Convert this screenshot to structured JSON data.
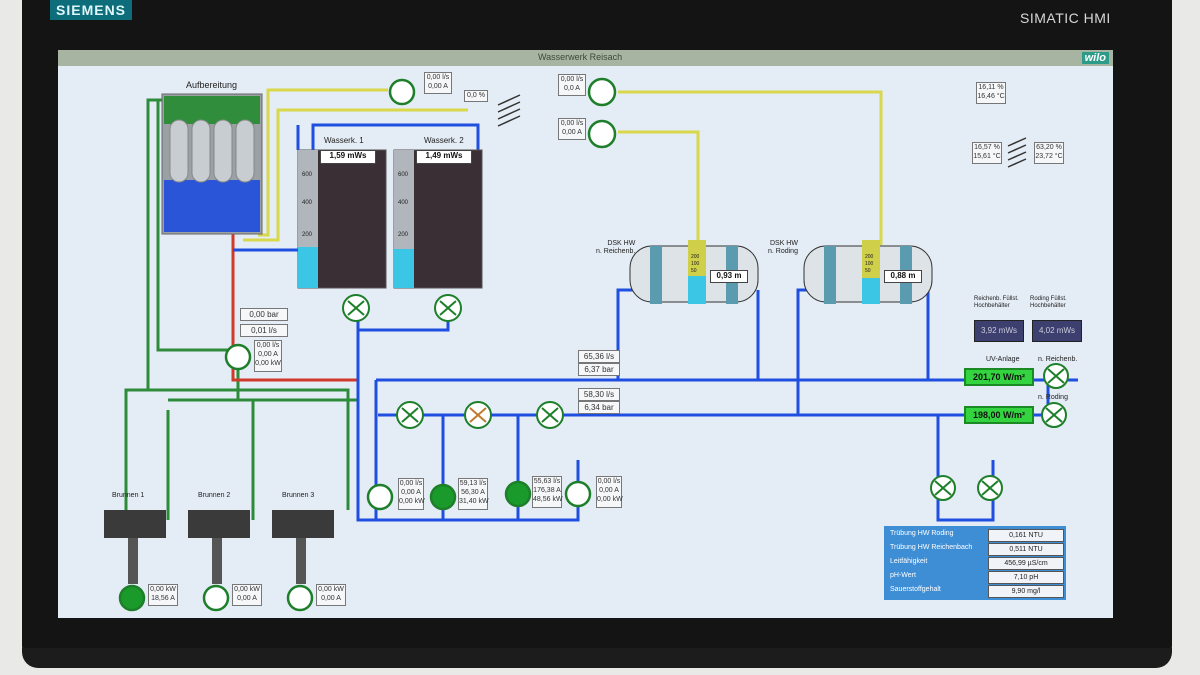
{
  "device": {
    "brand": "SIEMENS",
    "model": "SIMATIC HMI"
  },
  "screen": {
    "title": "Wasserwerk Reisach",
    "logo": "wilo"
  },
  "treatment": {
    "label": "Aufbereitung"
  },
  "top_pumps": [
    {
      "l1": "0,00 l/s",
      "l2": "0,00 A"
    },
    {
      "l1": "0,00 l/s",
      "l2": "0,0 A"
    },
    {
      "l1": "0,00 l/s",
      "l2": "0,00 A"
    }
  ],
  "small_note": "0,0 %",
  "vessels": [
    {
      "name": "Wasserk. 1",
      "flow": "1,59 mWs",
      "scale": [
        "600",
        "400",
        "200"
      ],
      "fill": 0.3
    },
    {
      "name": "Wasserk. 2",
      "flow": "1,49 mWs",
      "scale": [
        "600",
        "400",
        "200"
      ],
      "fill": 0.28
    }
  ],
  "tanks": [
    {
      "name1": "DSK HW",
      "name2": "n. Reichenb.",
      "level": "0,93 m",
      "scale": [
        "200",
        "100",
        "50"
      ],
      "fill": 0.45
    },
    {
      "name1": "DSK HW",
      "name2": "n. Roding",
      "level": "0,88 m",
      "scale": [
        "200",
        "100",
        "50"
      ],
      "fill": 0.42
    }
  ],
  "pressure": {
    "p1": "0,00 bar",
    "p2": "0,01 l/s"
  },
  "well_pump_small": {
    "l1": "0,00 l/s",
    "l2": "0,00 A",
    "l3": "0,00 kW"
  },
  "line1": {
    "flow": "65,36 l/s",
    "pressure": "6,37 bar"
  },
  "line2": {
    "flow": "58,30 l/s",
    "pressure": "6,34 bar"
  },
  "outputs": [
    {
      "label": "UV-Anlage",
      "dest": "n. Reichenb.",
      "value": "201,70 W/m²"
    },
    {
      "label": "",
      "dest": "n. Roding",
      "value": "198,00 W/m²"
    }
  ],
  "nav_labels": [
    {
      "label": "Reichenb. Füllst. Hochbehälter",
      "btn": "3,92 mWs"
    },
    {
      "label": "Roding Füllst. Hochbehälter",
      "btn": "4,02 mWs"
    }
  ],
  "top_right": {
    "a": "16,11 %",
    "b": "16,46 °C",
    "c": "16,57 %",
    "d": "15,61 °C",
    "e": "63,20 %",
    "f": "23,72 °C"
  },
  "pump_groups": [
    {
      "l1": "0,00 l/s",
      "l2": "0,00 A",
      "l3": "0,00 kW"
    },
    {
      "l1": "59,13 l/s",
      "l2": "56,30 A",
      "l3": "31,40 kW"
    },
    {
      "l1": "55,63 l/s",
      "l2": "176,38 A",
      "l3": "48,56 kW"
    },
    {
      "l1": "0,00 l/s",
      "l2": "0,00 A",
      "l3": "0,00 kW"
    }
  ],
  "wells": [
    {
      "name": "Brunnen 1",
      "l1": "0,00 kW",
      "l2": "18,56 A"
    },
    {
      "name": "Brunnen 2",
      "l1": "0,00 kW",
      "l2": "0,00 A"
    },
    {
      "name": "Brunnen 3",
      "l1": "0,00 kW",
      "l2": "0,00 A"
    }
  ],
  "quality": [
    {
      "k": "Trübung HW Roding",
      "v": "0,161 NTU"
    },
    {
      "k": "Trübung HW Reichenbach",
      "v": "0,511 NTU"
    },
    {
      "k": "Leitfähigkeit",
      "v": "456,99 µS/cm"
    },
    {
      "k": "pH-Wert",
      "v": "7,10 pH"
    },
    {
      "k": "Sauerstoffgehalt",
      "v": "9,90 mg/l"
    }
  ],
  "colors": {
    "screen_bg": "#e4ecf5",
    "water": "#1f4fe0",
    "raw_water": "#2e8b3a",
    "gas": "#d8d84a",
    "return": "#d03a2a"
  }
}
